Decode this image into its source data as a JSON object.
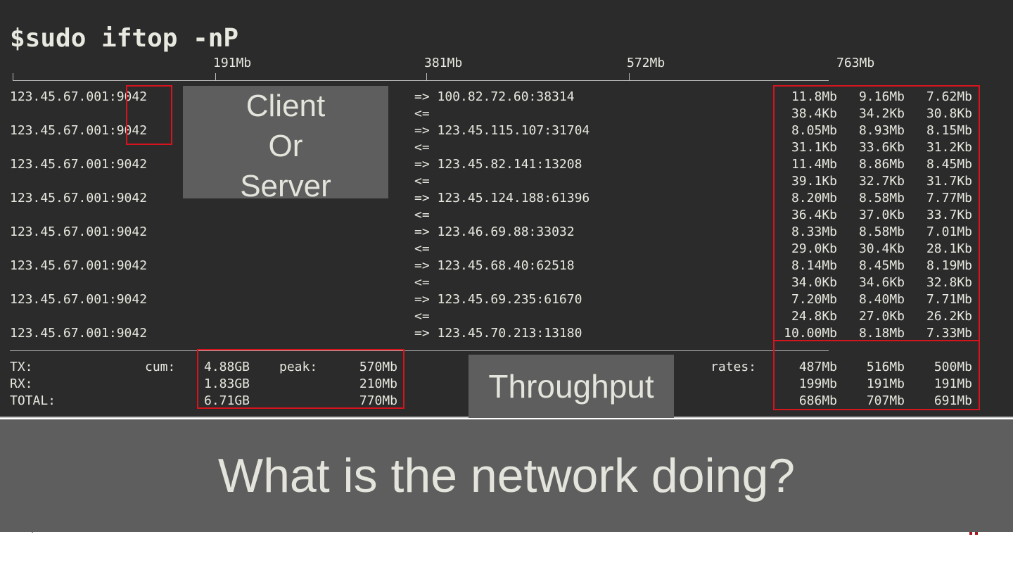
{
  "command": "$sudo iftop -nP",
  "scale": [
    "191Mb",
    "381Mb",
    "572Mb",
    "763Mb"
  ],
  "connections": [
    {
      "src": "123.45.67.001:9042",
      "dst": "=> 100.82.72.60:38314",
      "rev": "<=",
      "tx": [
        "11.8Mb",
        "9.16Mb",
        "7.62Mb"
      ],
      "rx": [
        "38.4Kb",
        "34.2Kb",
        "30.8Kb"
      ]
    },
    {
      "src": "123.45.67.001:9042",
      "dst": "=> 123.45.115.107:31704",
      "rev": "<=",
      "tx": [
        "8.05Mb",
        "8.93Mb",
        "8.15Mb"
      ],
      "rx": [
        "31.1Kb",
        "33.6Kb",
        "31.2Kb"
      ]
    },
    {
      "src": "123.45.67.001:9042",
      "dst": "=> 123.45.82.141:13208",
      "rev": "<=",
      "tx": [
        "11.4Mb",
        "8.86Mb",
        "8.45Mb"
      ],
      "rx": [
        "39.1Kb",
        "32.7Kb",
        "31.7Kb"
      ]
    },
    {
      "src": "123.45.67.001:9042",
      "dst": "=> 123.45.124.188:61396",
      "rev": "<=",
      "tx": [
        "8.20Mb",
        "8.58Mb",
        "7.77Mb"
      ],
      "rx": [
        "36.4Kb",
        "37.0Kb",
        "33.7Kb"
      ]
    },
    {
      "src": "123.45.67.001:9042",
      "dst": "=> 123.46.69.88:33032",
      "rev": "<=",
      "tx": [
        "8.33Mb",
        "8.58Mb",
        "7.01Mb"
      ],
      "rx": [
        "29.0Kb",
        "30.4Kb",
        "28.1Kb"
      ]
    },
    {
      "src": "123.45.67.001:9042",
      "dst": "=> 123.45.68.40:62518",
      "rev": "<=",
      "tx": [
        "8.14Mb",
        "8.45Mb",
        "8.19Mb"
      ],
      "rx": [
        "34.0Kb",
        "34.6Kb",
        "32.8Kb"
      ]
    },
    {
      "src": "123.45.67.001:9042",
      "dst": "=> 123.45.69.235:61670",
      "rev": "<=",
      "tx": [
        "7.20Mb",
        "8.40Mb",
        "7.71Mb"
      ],
      "rx": [
        "24.8Kb",
        "27.0Kb",
        "26.2Kb"
      ]
    },
    {
      "src": "123.45.67.001:9042",
      "dst": "=> 123.45.70.213:13180",
      "rev": "",
      "tx": [
        "10.00Mb",
        "8.18Mb",
        "7.33Mb"
      ],
      "rx": []
    }
  ],
  "totals": {
    "labels": [
      "TX:",
      "RX:",
      "TOTAL:"
    ],
    "cum_label": "cum:",
    "peak_label": "peak:",
    "rates_label": "rates:",
    "cum": [
      "4.88GB",
      "1.83GB",
      "6.71GB"
    ],
    "peak": [
      "570Mb",
      "210Mb",
      "770Mb"
    ],
    "rates": [
      [
        "487Mb",
        "516Mb",
        "500Mb"
      ],
      [
        "199Mb",
        "191Mb",
        "191Mb"
      ],
      [
        "686Mb",
        "707Mb",
        "691Mb"
      ]
    ]
  },
  "overlays": {
    "client_or_server": [
      "Client",
      "Or",
      "Server"
    ],
    "throughput": "Throughput"
  },
  "caption": "What is the network doing?",
  "colors": {
    "terminal_bg": "#2b2b2b",
    "text": "#e8e8e0",
    "highlight": "#d5141e",
    "overlay": "#5e5e5e"
  }
}
